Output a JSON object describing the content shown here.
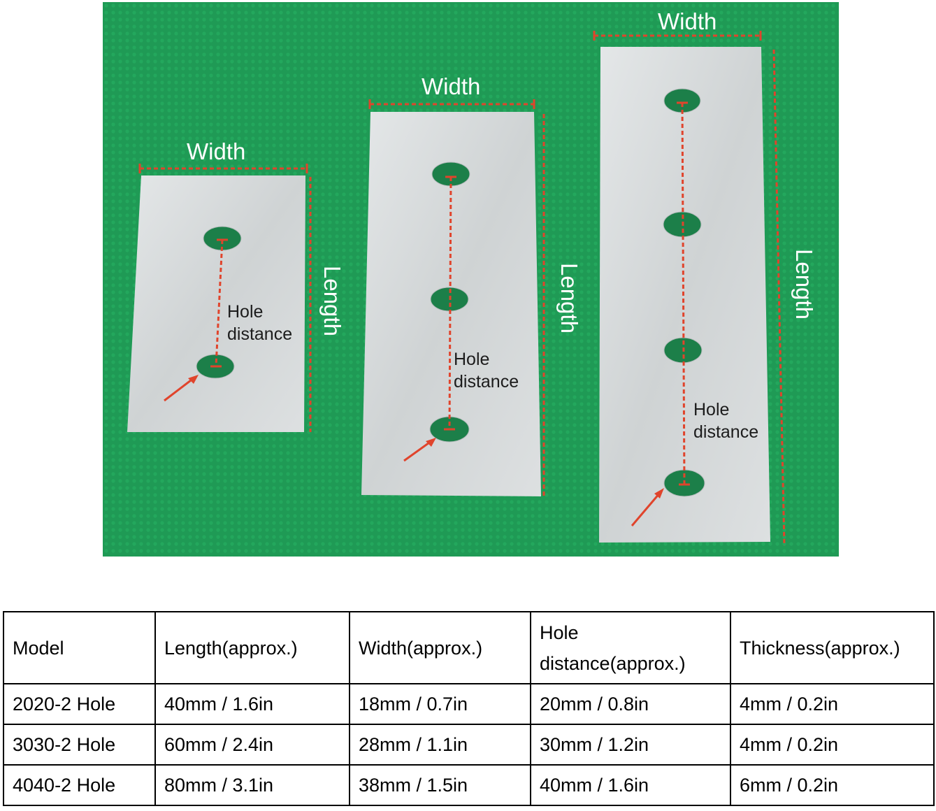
{
  "photo": {
    "colors": {
      "mat": "#1f9a55",
      "plate": "#d6dadb",
      "hole": "#1c7f49",
      "measure": "#e0442c"
    },
    "labels": {
      "width_small": "Width",
      "length_small": "Length",
      "hole_small_1": "Hole",
      "hole_small_2": "distance",
      "width_mid": "Width",
      "length_mid": "Length",
      "hole_mid_1": "Hole",
      "hole_mid_2": "distance",
      "width_large": "Width",
      "length_large": "Length",
      "hole_large_1": "Hole",
      "hole_large_2": "distance"
    }
  },
  "table": {
    "headers": [
      "Model",
      "Length(approx.)",
      "Width(approx.)",
      "Hole distance(approx.)",
      "Thickness(approx.)"
    ],
    "rows": [
      [
        "2020-2 Hole",
        "40mm / 1.6in",
        "18mm / 0.7in",
        "20mm / 0.8in",
        "4mm / 0.2in"
      ],
      [
        "3030-2 Hole",
        "60mm / 2.4in",
        "28mm / 1.1in",
        "30mm / 1.2in",
        "4mm / 0.2in"
      ],
      [
        "4040-2 Hole",
        "80mm / 3.1in",
        "38mm / 1.5in",
        "40mm / 1.6in",
        "6mm / 0.2in"
      ]
    ]
  }
}
